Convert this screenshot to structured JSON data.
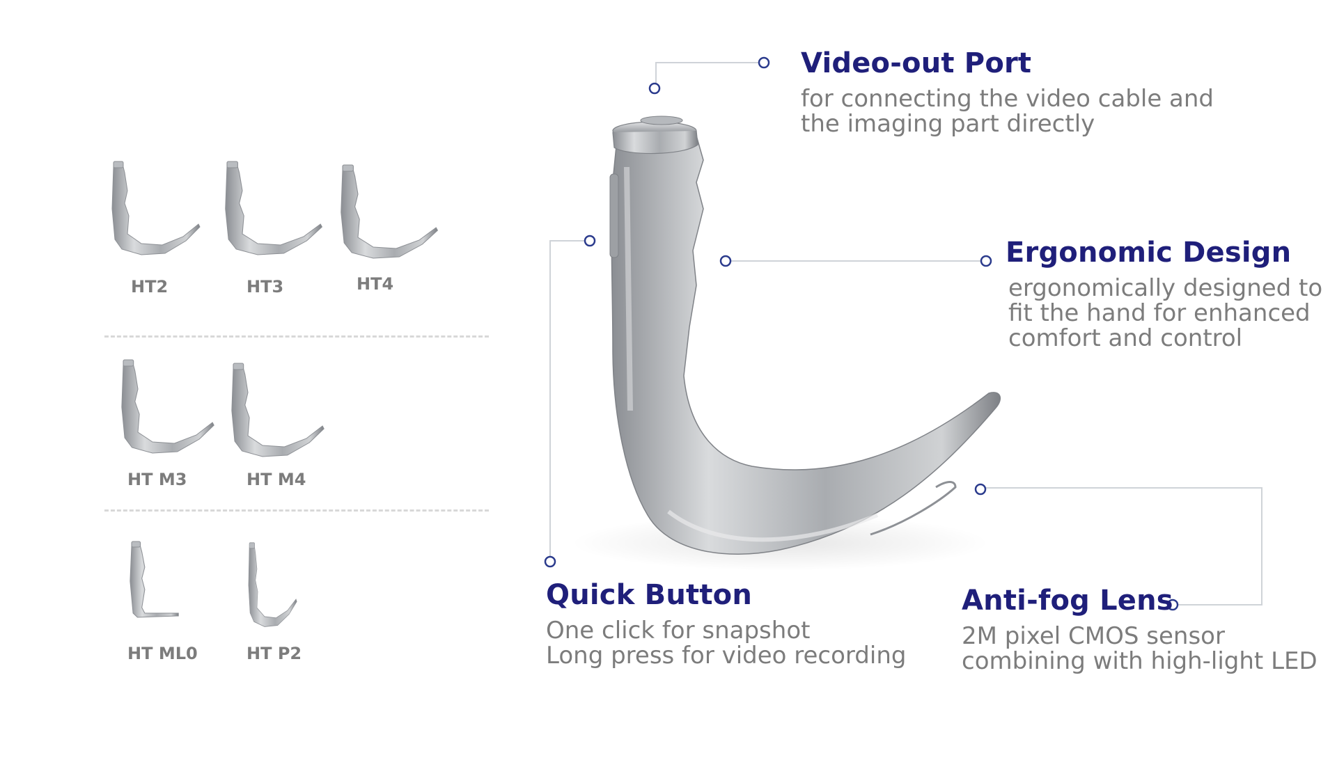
{
  "colors": {
    "title": "#1f1f7a",
    "description": "#7c7c7c",
    "label": "#7c7c7c",
    "marker": "#2a3a8c",
    "leader": "#cfd3d8",
    "divider": "#d8d8d8"
  },
  "blades": {
    "row1": [
      "HT2",
      "HT3",
      "HT4"
    ],
    "row2": [
      "HT M3",
      "HT M4"
    ],
    "row3": [
      "HT ML0",
      "HT P2"
    ]
  },
  "features": {
    "video_out": {
      "title": "Video-out Port",
      "lines": [
        "for connecting the video cable and",
        "the imaging part directly"
      ]
    },
    "ergonomic": {
      "title": "Ergonomic Design",
      "lines": [
        "ergonomically designed to",
        "fit the hand for enhanced",
        "comfort and control"
      ]
    },
    "quick_button": {
      "title": "Quick Button",
      "lines": [
        "One click for snapshot",
        "Long press for video recording"
      ]
    },
    "anti_fog": {
      "title": "Anti-fog Lens",
      "lines": [
        "2M pixel CMOS sensor",
        "combining with high-light LED"
      ]
    }
  },
  "icons": {
    "marker": "ring-marker-icon",
    "blade": "laryngoscope-blade-icon"
  }
}
